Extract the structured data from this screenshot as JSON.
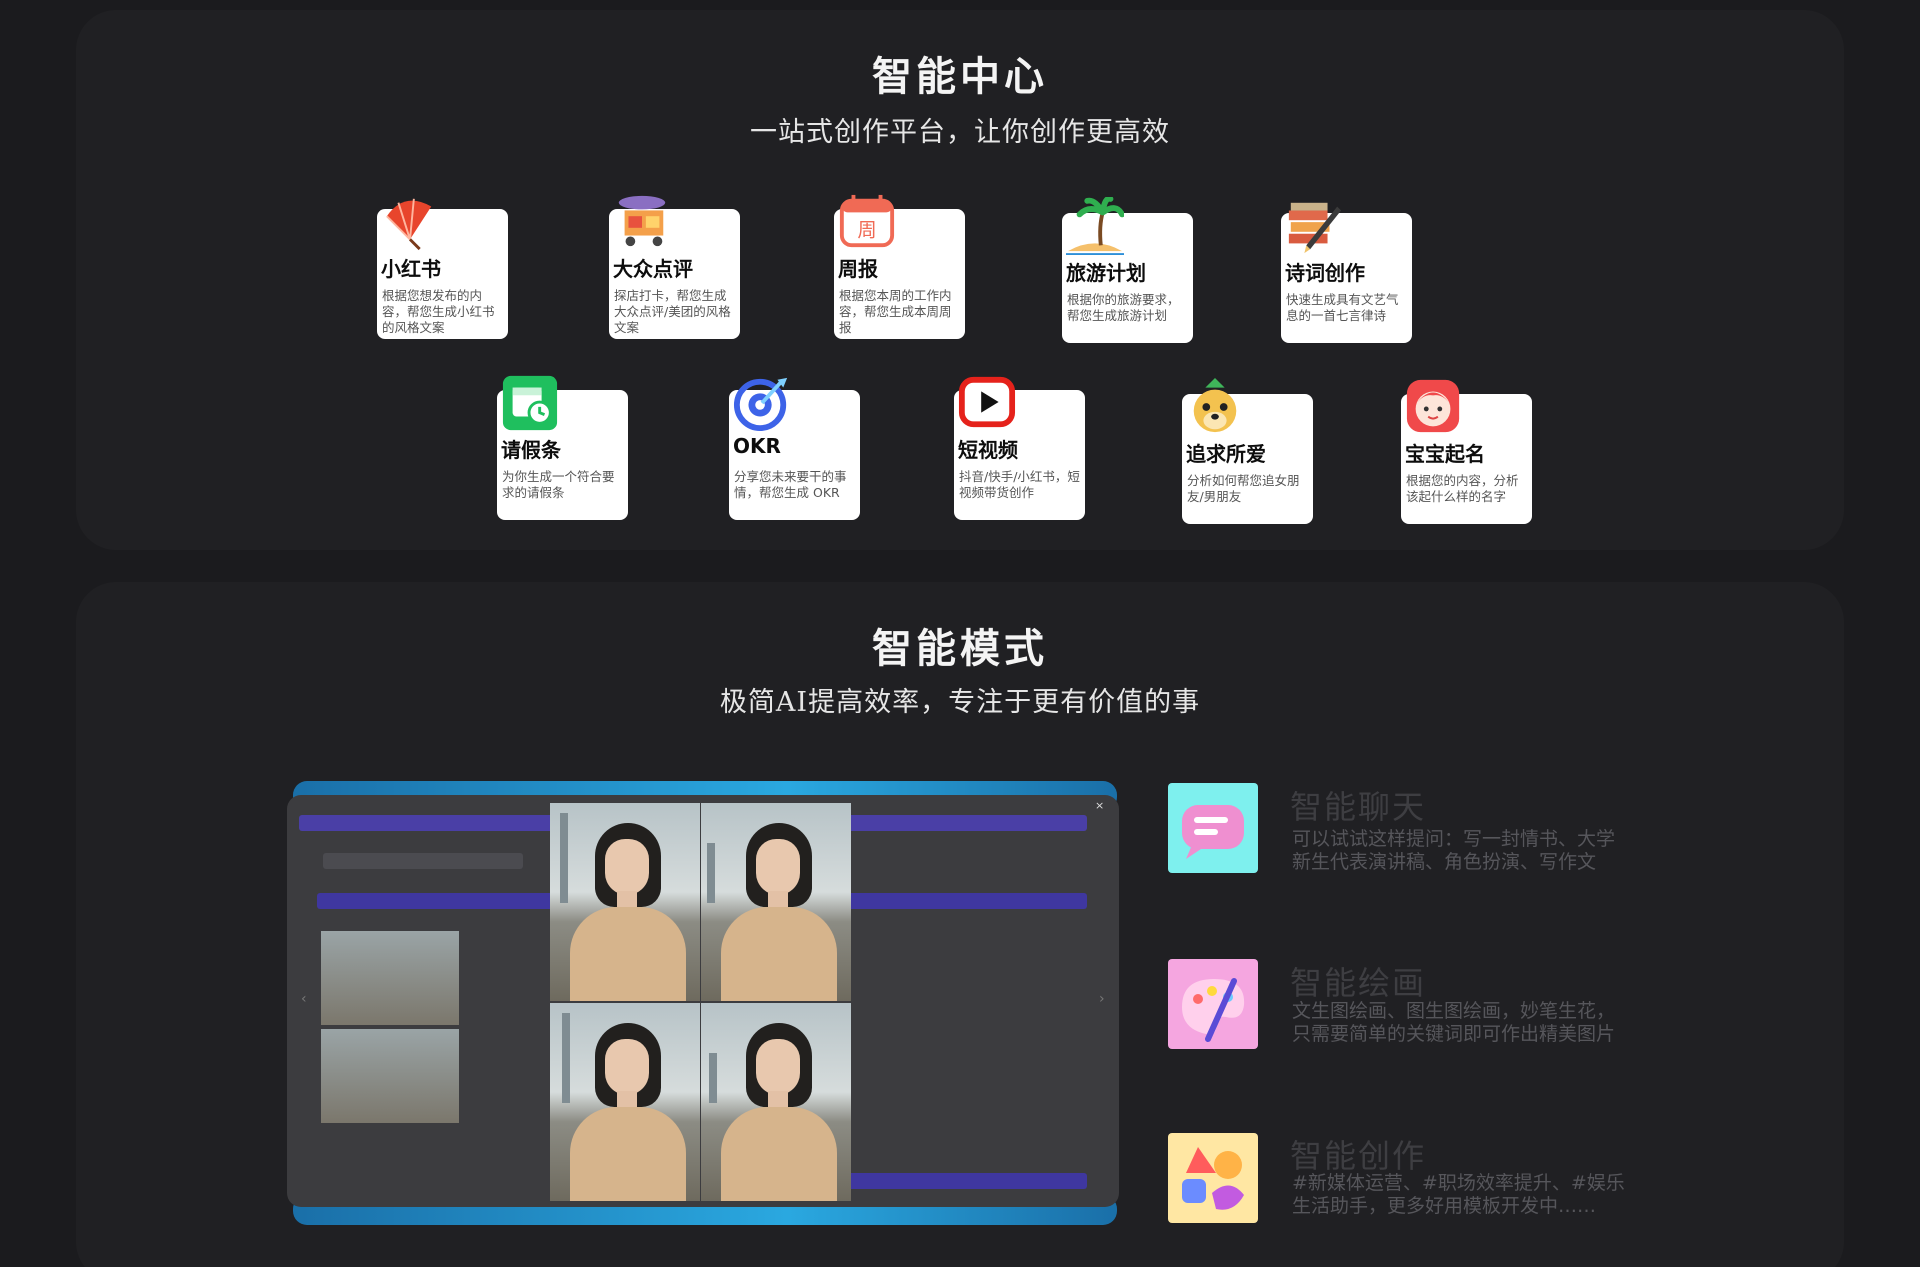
{
  "center": {
    "title": "智能中心",
    "subtitle": "一站式创作平台，让你创作更高效",
    "cards": [
      {
        "name": "小红书",
        "desc": "根据您想发布的内容，帮您生成小红书的风格文案",
        "icon": "umbrella-icon"
      },
      {
        "name": "大众点评",
        "desc": "探店打卡，帮您生成大众点评/美团的风格文案",
        "icon": "food-cart-icon"
      },
      {
        "name": "周报",
        "desc": "根据您本周的工作内容，帮您生成本周周报",
        "icon": "calendar-week-icon"
      },
      {
        "name": "旅游计划",
        "desc": "根据你的旅游要求，帮您生成旅游计划",
        "icon": "palm-island-icon"
      },
      {
        "name": "诗词创作",
        "desc": "快速生成具有文艺气息的一首七言律诗",
        "icon": "books-pen-icon"
      },
      {
        "name": "请假条",
        "desc": "为你生成一个符合要求的请假条",
        "icon": "calendar-clock-icon"
      },
      {
        "name": "OKR",
        "desc": "分享您未来要干的事情，帮您生成 OKR",
        "icon": "target-icon"
      },
      {
        "name": "短视频",
        "desc": "抖音/快手/小红书，短视频带货创作",
        "icon": "play-icon"
      },
      {
        "name": "追求所爱",
        "desc": "分析如何帮您追女朋友/男朋友",
        "icon": "dog-face-icon"
      },
      {
        "name": "宝宝起名",
        "desc": "根据您的内容，分析该起什么样的名字",
        "icon": "baby-icon"
      }
    ]
  },
  "mode": {
    "title": "智能模式",
    "subtitle": "极简AI提高效率，专注于更有价值的事",
    "features": [
      {
        "title": "智能聊天",
        "desc": "可以试试这样提问：写一封情书、大学新生代表演讲稿、角色扮演、写作文",
        "icon": "chat-bubble-icon"
      },
      {
        "title": "智能绘画",
        "desc": "文生图绘画、图生图绘画，妙笔生花，只需要简单的关键词即可作出精美图片",
        "icon": "palette-brush-icon"
      },
      {
        "title": "智能创作",
        "desc": "#新媒体运营、#职场效率提升、#娱乐生活助手，更多好用模板开发中……",
        "icon": "shapes-icon"
      }
    ],
    "preview": {
      "close": "×",
      "prev": "‹",
      "next": "›"
    }
  },
  "colors": {
    "background": "#1b1b1e",
    "panel": "#202023",
    "card": "#ffffff",
    "accent_bar": "#2aa8e0"
  }
}
